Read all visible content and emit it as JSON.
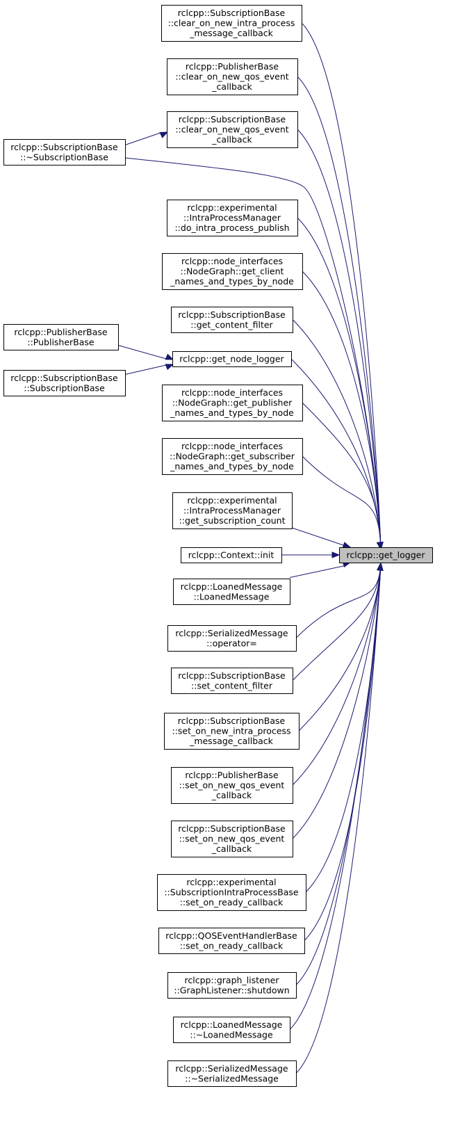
{
  "graph": {
    "edge_color": "#191970",
    "root_fill": "#bfbfbf",
    "root": {
      "id": "get_logger",
      "lines": [
        "rclcpp::get_logger"
      ]
    },
    "nodes": [
      {
        "id": "sb_clear_intra",
        "lines": [
          "rclcpp::SubscriptionBase",
          "::clear_on_new_intra_process",
          "_message_callback"
        ]
      },
      {
        "id": "pb_clear_qos",
        "lines": [
          "rclcpp::PublisherBase",
          "::clear_on_new_qos_event",
          "_callback"
        ]
      },
      {
        "id": "sb_clear_qos",
        "lines": [
          "rclcpp::SubscriptionBase",
          "::clear_on_new_qos_event",
          "_callback"
        ]
      },
      {
        "id": "sb_dtor",
        "lines": [
          "rclcpp::SubscriptionBase",
          "::~SubscriptionBase"
        ]
      },
      {
        "id": "ipm_publish",
        "lines": [
          "rclcpp::experimental",
          "::IntraProcessManager",
          "::do_intra_process_publish"
        ]
      },
      {
        "id": "ng_client",
        "lines": [
          "rclcpp::node_interfaces",
          "::NodeGraph::get_client",
          "_names_and_types_by_node"
        ]
      },
      {
        "id": "sb_get_filter",
        "lines": [
          "rclcpp::SubscriptionBase",
          "::get_content_filter"
        ]
      },
      {
        "id": "pb_ctor",
        "lines": [
          "rclcpp::PublisherBase",
          "::PublisherBase"
        ]
      },
      {
        "id": "get_node_logger",
        "lines": [
          "rclcpp::get_node_logger"
        ]
      },
      {
        "id": "sb_ctor",
        "lines": [
          "rclcpp::SubscriptionBase",
          "::SubscriptionBase"
        ]
      },
      {
        "id": "ng_publisher",
        "lines": [
          "rclcpp::node_interfaces",
          "::NodeGraph::get_publisher",
          "_names_and_types_by_node"
        ]
      },
      {
        "id": "ng_subscriber",
        "lines": [
          "rclcpp::node_interfaces",
          "::NodeGraph::get_subscriber",
          "_names_and_types_by_node"
        ]
      },
      {
        "id": "ipm_count",
        "lines": [
          "rclcpp::experimental",
          "::IntraProcessManager",
          "::get_subscription_count"
        ]
      },
      {
        "id": "context_init",
        "lines": [
          "rclcpp::Context::init"
        ]
      },
      {
        "id": "lm_ctor",
        "lines": [
          "rclcpp::LoanedMessage",
          "::LoanedMessage"
        ]
      },
      {
        "id": "sm_assign",
        "lines": [
          "rclcpp::SerializedMessage",
          "::operator="
        ]
      },
      {
        "id": "sb_set_filter",
        "lines": [
          "rclcpp::SubscriptionBase",
          "::set_content_filter"
        ]
      },
      {
        "id": "sb_set_intra",
        "lines": [
          "rclcpp::SubscriptionBase",
          "::set_on_new_intra_process",
          "_message_callback"
        ]
      },
      {
        "id": "pb_set_qos",
        "lines": [
          "rclcpp::PublisherBase",
          "::set_on_new_qos_event",
          "_callback"
        ]
      },
      {
        "id": "sb_set_qos",
        "lines": [
          "rclcpp::SubscriptionBase",
          "::set_on_new_qos_event",
          "_callback"
        ]
      },
      {
        "id": "sipb_ready",
        "lines": [
          "rclcpp::experimental",
          "::SubscriptionIntraProcessBase",
          "::set_on_ready_callback"
        ]
      },
      {
        "id": "qos_ready",
        "lines": [
          "rclcpp::QOSEventHandlerBase",
          "::set_on_ready_callback"
        ]
      },
      {
        "id": "gl_shutdown",
        "lines": [
          "rclcpp::graph_listener",
          "::GraphListener::shutdown"
        ]
      },
      {
        "id": "lm_dtor",
        "lines": [
          "rclcpp::LoanedMessage",
          "::~LoanedMessage"
        ]
      },
      {
        "id": "sm_dtor",
        "lines": [
          "rclcpp::SerializedMessage",
          "::~SerializedMessage"
        ]
      }
    ],
    "edges": [
      {
        "from": "sb_clear_intra",
        "to": "get_logger"
      },
      {
        "from": "pb_clear_qos",
        "to": "get_logger"
      },
      {
        "from": "sb_clear_qos",
        "to": "get_logger"
      },
      {
        "from": "sb_dtor",
        "to": "sb_clear_qos"
      },
      {
        "from": "sb_dtor",
        "to": "get_logger"
      },
      {
        "from": "ipm_publish",
        "to": "get_logger"
      },
      {
        "from": "ng_client",
        "to": "get_logger"
      },
      {
        "from": "sb_get_filter",
        "to": "get_logger"
      },
      {
        "from": "pb_ctor",
        "to": "get_node_logger"
      },
      {
        "from": "sb_ctor",
        "to": "get_node_logger"
      },
      {
        "from": "get_node_logger",
        "to": "get_logger"
      },
      {
        "from": "ng_publisher",
        "to": "get_logger"
      },
      {
        "from": "ng_subscriber",
        "to": "get_logger"
      },
      {
        "from": "ipm_count",
        "to": "get_logger"
      },
      {
        "from": "context_init",
        "to": "get_logger"
      },
      {
        "from": "lm_ctor",
        "to": "get_logger"
      },
      {
        "from": "sm_assign",
        "to": "get_logger"
      },
      {
        "from": "sb_set_filter",
        "to": "get_logger"
      },
      {
        "from": "sb_set_intra",
        "to": "get_logger"
      },
      {
        "from": "pb_set_qos",
        "to": "get_logger"
      },
      {
        "from": "sb_set_qos",
        "to": "get_logger"
      },
      {
        "from": "sipb_ready",
        "to": "get_logger"
      },
      {
        "from": "qos_ready",
        "to": "get_logger"
      },
      {
        "from": "gl_shutdown",
        "to": "get_logger"
      },
      {
        "from": "lm_dtor",
        "to": "get_logger"
      },
      {
        "from": "sm_dtor",
        "to": "get_logger"
      }
    ]
  }
}
